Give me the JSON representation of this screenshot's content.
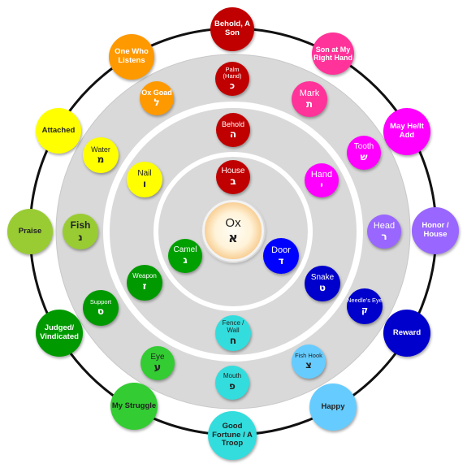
{
  "center": {
    "label": "Ox",
    "glyph": "א"
  },
  "ring1": [
    {
      "label": "House",
      "glyph": "ב",
      "color": "#c00000",
      "text": "#ffffff"
    },
    {
      "label": "Hand",
      "glyph": "י",
      "color": "#ff00ff",
      "text": "#ffffff"
    },
    {
      "label": "Door",
      "glyph": "ד",
      "color": "#0000ff",
      "text": "#ffffff"
    },
    {
      "label": "Camel",
      "glyph": "ג",
      "color": "#00a000",
      "text": "#ffffff"
    }
  ],
  "ring2": [
    {
      "label": "Behold",
      "glyph": "ה",
      "color": "#c00000",
      "text": "#ffffff"
    },
    {
      "label": "Snake",
      "glyph": "ט",
      "color": "#0000cc",
      "text": "#ffffff"
    },
    {
      "label": "Fence / Wall",
      "glyph": "ח",
      "color": "#33dddd",
      "text": "#222222"
    },
    {
      "label": "Weapon",
      "glyph": "ז",
      "color": "#009900",
      "text": "#ffffff"
    },
    {
      "label": "Nail",
      "glyph": "ו",
      "color": "#ffff00",
      "text": "#222222"
    }
  ],
  "ring3": [
    {
      "label": "Palm (Hand)",
      "glyph": "כ",
      "color": "#c00000",
      "text": "#ffffff"
    },
    {
      "label": "Mark",
      "glyph": "ת",
      "color": "#ff3399",
      "text": "#ffffff"
    },
    {
      "label": "Tooth",
      "glyph": "ש",
      "color": "#ff00ff",
      "text": "#ffffff"
    },
    {
      "label": "Head",
      "glyph": "ר",
      "color": "#9966ff",
      "text": "#ffffff"
    },
    {
      "label": "Needle's Eye",
      "glyph": "ק",
      "color": "#0000cc",
      "text": "#ffffff"
    },
    {
      "label": "Fish Hook",
      "glyph": "צ",
      "color": "#66ccff",
      "text": "#222222"
    },
    {
      "label": "Mouth",
      "glyph": "פ",
      "color": "#33dddd",
      "text": "#222222"
    },
    {
      "label": "Eye",
      "glyph": "ע",
      "color": "#33cc33",
      "text": "#222222"
    },
    {
      "label": "Support",
      "glyph": "ס",
      "color": "#009900",
      "text": "#ffffff"
    },
    {
      "label": "Fish",
      "glyph": "נ",
      "color": "#99cc33",
      "text": "#222222"
    },
    {
      "label": "Water",
      "glyph": "מ",
      "color": "#ffff00",
      "text": "#222222"
    },
    {
      "label": "Ox Goad",
      "glyph": "ל",
      "color": "#ff9900",
      "text": "#ffffff"
    }
  ],
  "outer": [
    {
      "label": "Behold, A Son",
      "color": "#c00000",
      "text": "#ffffff"
    },
    {
      "label": "Son at My Right Hand",
      "color": "#ff3399",
      "text": "#ffffff"
    },
    {
      "label": "May He/It Add",
      "color": "#ff00ff",
      "text": "#ffffff"
    },
    {
      "label": "Honor / House",
      "color": "#9966ff",
      "text": "#ffffff"
    },
    {
      "label": "Reward",
      "color": "#0000cc",
      "text": "#ffffff"
    },
    {
      "label": "Happy",
      "color": "#66ccff",
      "text": "#222222"
    },
    {
      "label": "Good Fortune / A Troop",
      "color": "#33dddd",
      "text": "#222222"
    },
    {
      "label": "My Struggle",
      "color": "#33cc33",
      "text": "#222222"
    },
    {
      "label": "Judged/ Vindicated",
      "color": "#009900",
      "text": "#ffffff"
    },
    {
      "label": "Praise",
      "color": "#99cc33",
      "text": "#222222"
    },
    {
      "label": "Attached",
      "color": "#ffff00",
      "text": "#222222"
    },
    {
      "label": "One Who Listens",
      "color": "#ff9900",
      "text": "#ffffff"
    }
  ]
}
